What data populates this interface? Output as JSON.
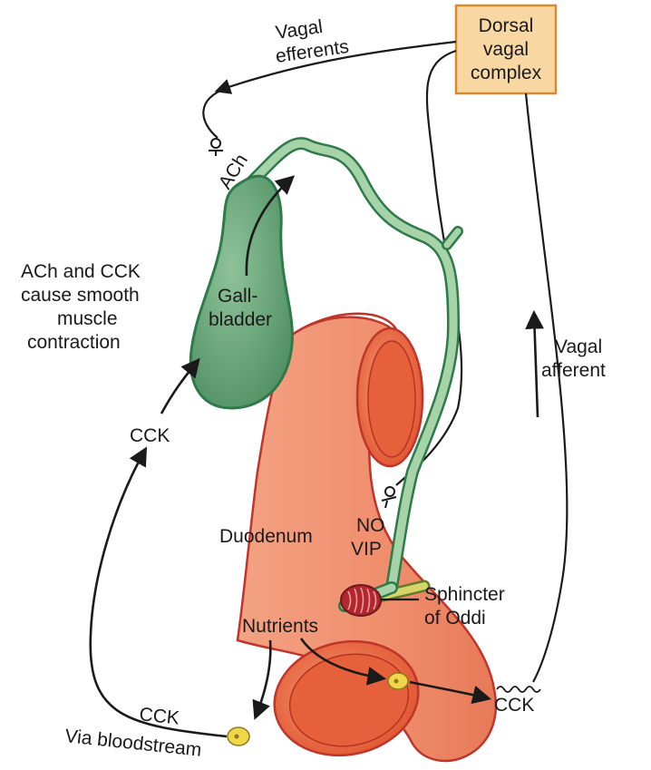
{
  "diagram": {
    "dorsal_vagal_complex": [
      "Dorsal",
      "vagal",
      "complex"
    ],
    "vagal_efferents": [
      "Vagal",
      "efferents"
    ],
    "ach_top": "ACh",
    "smooth_muscle_text": [
      "ACh and CCK",
      "cause smooth",
      "muscle",
      "contraction"
    ],
    "gallbladder": [
      "Gall-",
      "bladder"
    ],
    "cck_left": "CCK",
    "vagal_afferent": [
      "Vagal",
      "afferent"
    ],
    "duodenum": "Duodenum",
    "no": "NO",
    "vip": "VIP",
    "sphincter": [
      "Sphincter",
      "of Oddi"
    ],
    "nutrients": "Nutrients",
    "cck_right": "CCK",
    "cck_bottom": "CCK",
    "via_bloodstream": "Via bloodstream"
  },
  "colors": {
    "box_fill": "#f9d7a3",
    "box_stroke": "#d98a2b",
    "gallbladder_fill": "#5f9e72",
    "gallbladder_stroke": "#2f7a4a",
    "duct_fill": "#a6d4a8",
    "duodenum_fill": "#f09070",
    "duodenum_inner": "#e7603c",
    "duodenum_stroke": "#c0342a",
    "sphincter": "#b3262e",
    "cell": "#f2d64a"
  }
}
